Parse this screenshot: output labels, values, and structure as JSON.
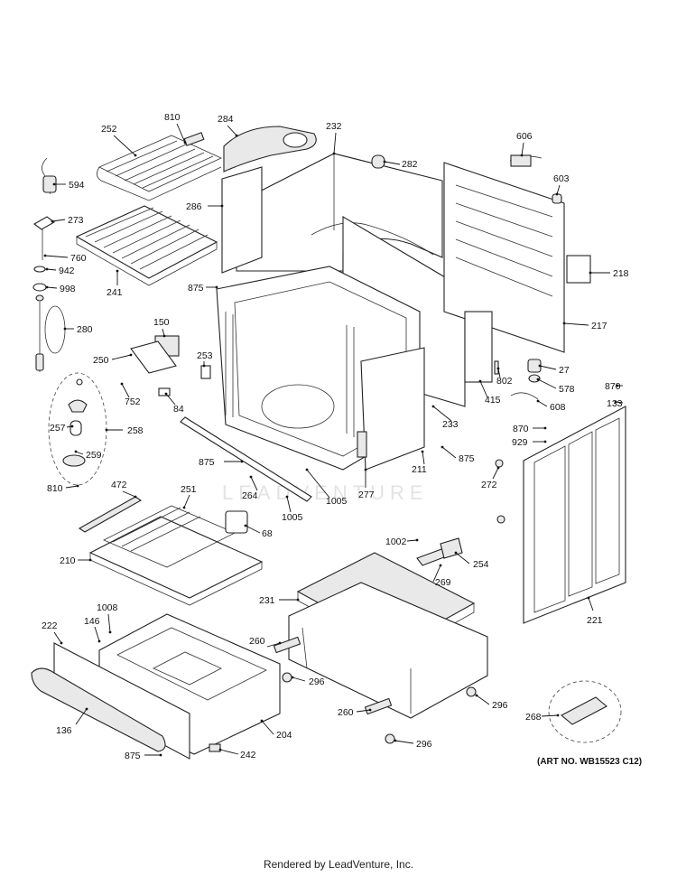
{
  "art_no": "(ART NO. WB15523 C12)",
  "watermark": "LEADVENTURE",
  "footer": "Rendered by LeadVenture, Inc.",
  "callouts": [
    {
      "label": "252"
    },
    {
      "label": "810"
    },
    {
      "label": "284"
    },
    {
      "label": "232"
    },
    {
      "label": "282"
    },
    {
      "label": "606"
    },
    {
      "label": "594"
    },
    {
      "label": "603"
    },
    {
      "label": "273"
    },
    {
      "label": "286"
    },
    {
      "label": "760"
    },
    {
      "label": "942"
    },
    {
      "label": "218"
    },
    {
      "label": "998"
    },
    {
      "label": "241"
    },
    {
      "label": "875"
    },
    {
      "label": "280"
    },
    {
      "label": "150"
    },
    {
      "label": "217"
    },
    {
      "label": "250"
    },
    {
      "label": "253"
    },
    {
      "label": "27"
    },
    {
      "label": "802"
    },
    {
      "label": "870"
    },
    {
      "label": "752"
    },
    {
      "label": "578"
    },
    {
      "label": "133"
    },
    {
      "label": "84"
    },
    {
      "label": "415"
    },
    {
      "label": "608"
    },
    {
      "label": "257"
    },
    {
      "label": "258"
    },
    {
      "label": "233"
    },
    {
      "label": "259"
    },
    {
      "label": "870"
    },
    {
      "label": "929"
    },
    {
      "label": "875"
    },
    {
      "label": "875"
    },
    {
      "label": "211"
    },
    {
      "label": "810"
    },
    {
      "label": "272"
    },
    {
      "label": "264"
    },
    {
      "label": "277"
    },
    {
      "label": "1005"
    },
    {
      "label": "472"
    },
    {
      "label": "251"
    },
    {
      "label": "1005"
    },
    {
      "label": "68"
    },
    {
      "label": "1002"
    },
    {
      "label": "254"
    },
    {
      "label": "210"
    },
    {
      "label": "269"
    },
    {
      "label": "231"
    },
    {
      "label": "1008"
    },
    {
      "label": "221"
    },
    {
      "label": "222"
    },
    {
      "label": "146"
    },
    {
      "label": "260"
    },
    {
      "label": "296"
    },
    {
      "label": "260"
    },
    {
      "label": "296"
    },
    {
      "label": "136"
    },
    {
      "label": "204"
    },
    {
      "label": "268"
    },
    {
      "label": "296"
    },
    {
      "label": "875"
    },
    {
      "label": "242"
    }
  ]
}
